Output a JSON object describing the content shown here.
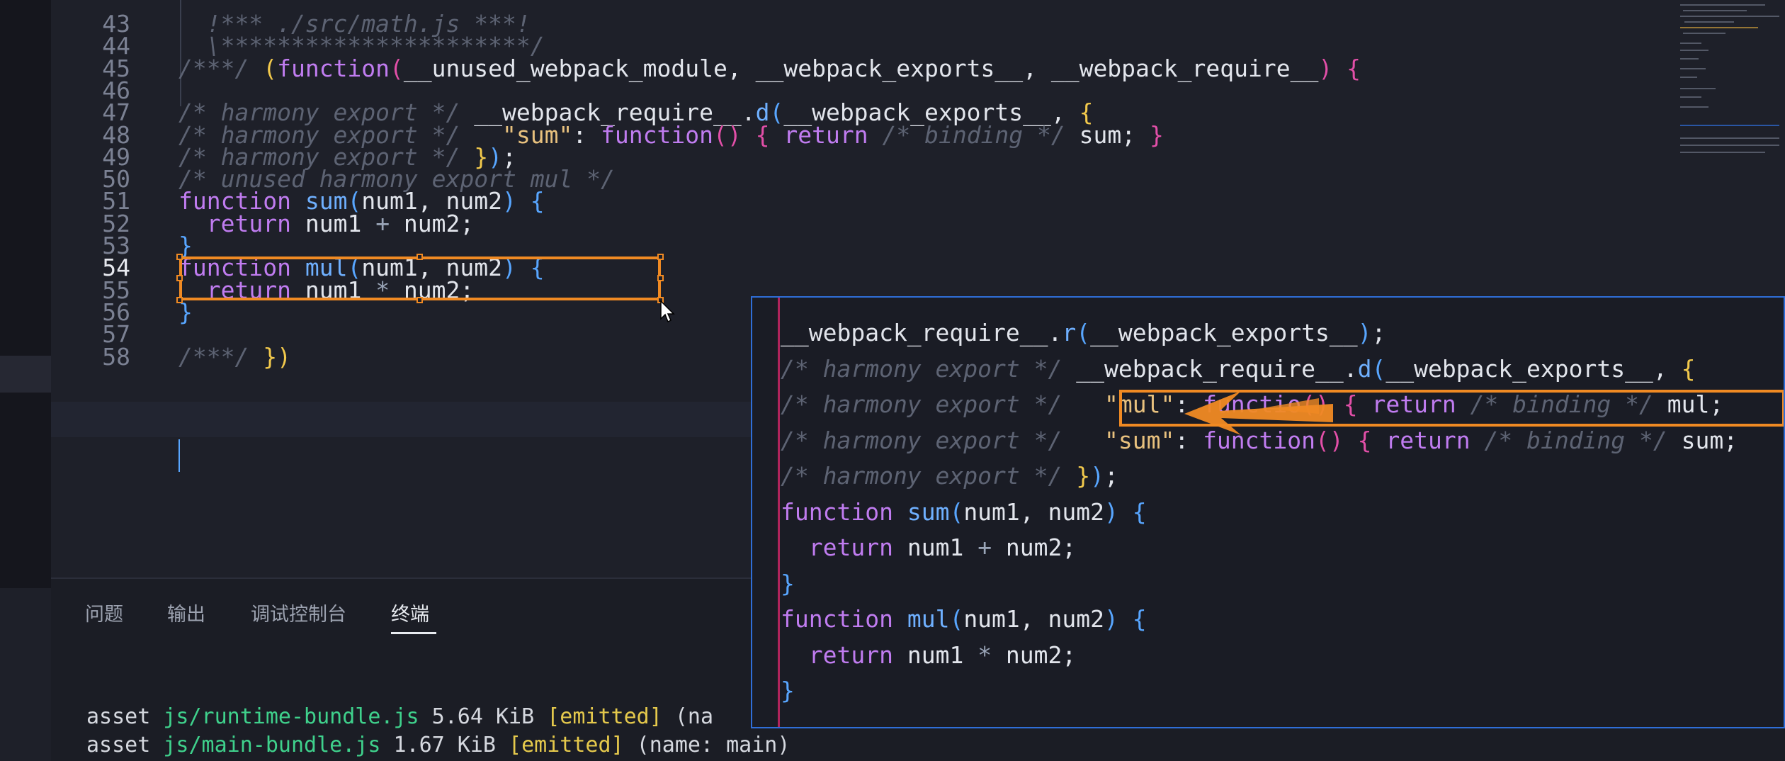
{
  "editor": {
    "lines": [
      {
        "n": "43",
        "parts": [
          [
            "cm",
            "  !*** ./src/math.js ***!"
          ]
        ]
      },
      {
        "n": "44",
        "parts": [
          [
            "cm",
            "  \\**********************/"
          ]
        ]
      },
      {
        "n": "45",
        "parts": [
          [
            "cm",
            "/***/ "
          ],
          [
            "p1",
            "("
          ],
          [
            "kw",
            "function"
          ],
          [
            "p2",
            "("
          ],
          [
            "var",
            "__unused_webpack_module, __webpack_exports__, __webpack_require__"
          ],
          [
            "p2",
            ")"
          ],
          [
            "var",
            " "
          ],
          [
            "p2",
            "{"
          ]
        ]
      },
      {
        "n": "46",
        "parts": []
      },
      {
        "n": "47",
        "parts": [
          [
            "cm",
            "/* harmony export */ "
          ],
          [
            "var",
            "__webpack_require__."
          ],
          [
            "fn",
            "d"
          ],
          [
            "p3",
            "("
          ],
          [
            "var",
            "__webpack_exports__, "
          ],
          [
            "p1",
            "{"
          ]
        ]
      },
      {
        "n": "48",
        "parts": [
          [
            "cm",
            "/* harmony export */ "
          ],
          [
            "str",
            "  \"sum\""
          ],
          [
            "var",
            ": "
          ],
          [
            "kw",
            "function"
          ],
          [
            "p2",
            "()"
          ],
          [
            "var",
            " "
          ],
          [
            "p2",
            "{"
          ],
          [
            "var",
            " "
          ],
          [
            "kw",
            "return"
          ],
          [
            "var",
            " "
          ],
          [
            "cm",
            "/* binding */"
          ],
          [
            "var",
            " sum; "
          ],
          [
            "p2",
            "}"
          ]
        ]
      },
      {
        "n": "49",
        "parts": [
          [
            "cm",
            "/* harmony export */ "
          ],
          [
            "p1",
            "}"
          ],
          [
            "p3",
            ")"
          ],
          [
            "var",
            ";"
          ]
        ]
      },
      {
        "n": "50",
        "parts": [
          [
            "cm",
            "/* unused harmony export mul */"
          ]
        ]
      },
      {
        "n": "51",
        "parts": [
          [
            "kw",
            "function"
          ],
          [
            "var",
            " "
          ],
          [
            "fn",
            "sum"
          ],
          [
            "p3",
            "("
          ],
          [
            "var",
            "num1, num2"
          ],
          [
            "p3",
            ")"
          ],
          [
            "var",
            " "
          ],
          [
            "p3",
            "{"
          ]
        ]
      },
      {
        "n": "52",
        "parts": [
          [
            "var",
            "  "
          ],
          [
            "kw",
            "return"
          ],
          [
            "var",
            " num1 "
          ],
          [
            "op",
            "+"
          ],
          [
            "var",
            " num2;"
          ]
        ]
      },
      {
        "n": "53",
        "parts": [
          [
            "p3",
            "}"
          ]
        ]
      },
      {
        "n": "54",
        "parts": [
          [
            "kw",
            "function"
          ],
          [
            "var",
            " "
          ],
          [
            "fn",
            "mul"
          ],
          [
            "p3",
            "("
          ],
          [
            "var",
            "num1, num2"
          ],
          [
            "p3",
            ")"
          ],
          [
            "var",
            " "
          ],
          [
            "p3",
            "{"
          ]
        ]
      },
      {
        "n": "55",
        "parts": [
          [
            "var",
            "  "
          ],
          [
            "kw",
            "return"
          ],
          [
            "var",
            " num1 "
          ],
          [
            "op",
            "*"
          ],
          [
            "var",
            " num2;"
          ]
        ]
      },
      {
        "n": "56",
        "parts": [
          [
            "p3",
            "}"
          ]
        ]
      },
      {
        "n": "57",
        "parts": []
      },
      {
        "n": "58",
        "parts": [
          [
            "cm",
            "/***/ "
          ],
          [
            "p1",
            "})"
          ]
        ]
      }
    ]
  },
  "panel": {
    "tabs": [
      "问题",
      "输出",
      "调试控制台",
      "终端"
    ],
    "active_tab": "终端",
    "terminal": [
      {
        "prefix": "asset ",
        "file": "js/runtime-bundle.js",
        "size": " 5.64 KiB ",
        "status": "[emitted]",
        "rest": " (na"
      },
      {
        "prefix": "asset ",
        "file": "js/main-bundle.js",
        "size": " 1.67 KiB ",
        "status": "[emitted]",
        "rest": " (name: main)"
      }
    ]
  },
  "overlay": {
    "lines": [
      {
        "parts": [
          [
            "var",
            "__webpack_require__."
          ],
          [
            "fn",
            "r"
          ],
          [
            "p3",
            "("
          ],
          [
            "var",
            "__webpack_exports__"
          ],
          [
            "p3",
            ")"
          ],
          [
            "var",
            ";"
          ]
        ]
      },
      {
        "parts": [
          [
            "cm",
            "/* harmony export */ "
          ],
          [
            "var",
            "__webpack_require__."
          ],
          [
            "fn",
            "d"
          ],
          [
            "p3",
            "("
          ],
          [
            "var",
            "__webpack_exports__, "
          ],
          [
            "p1",
            "{"
          ]
        ]
      },
      {
        "parts": [
          [
            "cm",
            "/* harmony export */ "
          ],
          [
            "str",
            "  \"mul\""
          ],
          [
            "var",
            ": "
          ],
          [
            "kw",
            "functio"
          ],
          [
            "p2",
            "()"
          ],
          [
            "var",
            " "
          ],
          [
            "p2",
            "{"
          ],
          [
            "var",
            " "
          ],
          [
            "kw",
            "return"
          ],
          [
            "var",
            " "
          ],
          [
            "cm",
            "/* binding */"
          ],
          [
            "var",
            " mul;"
          ]
        ]
      },
      {
        "parts": [
          [
            "cm",
            "/* harmony export */ "
          ],
          [
            "str",
            "  \"sum\""
          ],
          [
            "var",
            ": "
          ],
          [
            "kw",
            "function"
          ],
          [
            "p2",
            "()"
          ],
          [
            "var",
            " "
          ],
          [
            "p2",
            "{"
          ],
          [
            "var",
            " "
          ],
          [
            "kw",
            "return"
          ],
          [
            "var",
            " "
          ],
          [
            "cm",
            "/* binding */"
          ],
          [
            "var",
            " sum;"
          ]
        ]
      },
      {
        "parts": [
          [
            "cm",
            "/* harmony export */ "
          ],
          [
            "p1",
            "}"
          ],
          [
            "p3",
            ")"
          ],
          [
            "var",
            ";"
          ]
        ]
      },
      {
        "parts": [
          [
            "kw",
            "function"
          ],
          [
            "var",
            " "
          ],
          [
            "fn",
            "sum"
          ],
          [
            "p3",
            "("
          ],
          [
            "var",
            "num1, num2"
          ],
          [
            "p3",
            ")"
          ],
          [
            "var",
            " "
          ],
          [
            "p3",
            "{"
          ]
        ]
      },
      {
        "parts": [
          [
            "var",
            "  "
          ],
          [
            "kw",
            "return"
          ],
          [
            "var",
            " num1 "
          ],
          [
            "op",
            "+"
          ],
          [
            "var",
            " num2;"
          ]
        ]
      },
      {
        "parts": [
          [
            "p3",
            "}"
          ]
        ]
      },
      {
        "parts": [
          [
            "kw",
            "function"
          ],
          [
            "var",
            " "
          ],
          [
            "fn",
            "mul"
          ],
          [
            "p3",
            "("
          ],
          [
            "var",
            "num1, num2"
          ],
          [
            "p3",
            ")"
          ],
          [
            "var",
            " "
          ],
          [
            "p3",
            "{"
          ]
        ]
      },
      {
        "parts": [
          [
            "var",
            "  "
          ],
          [
            "kw",
            "return"
          ],
          [
            "var",
            " num1 "
          ],
          [
            "op",
            "*"
          ],
          [
            "var",
            " num2;"
          ]
        ]
      },
      {
        "parts": [
          [
            "p3",
            "}"
          ]
        ]
      }
    ]
  },
  "colors": {
    "annotation": "#f08a23",
    "overlay_border": "#2f6ed8"
  }
}
